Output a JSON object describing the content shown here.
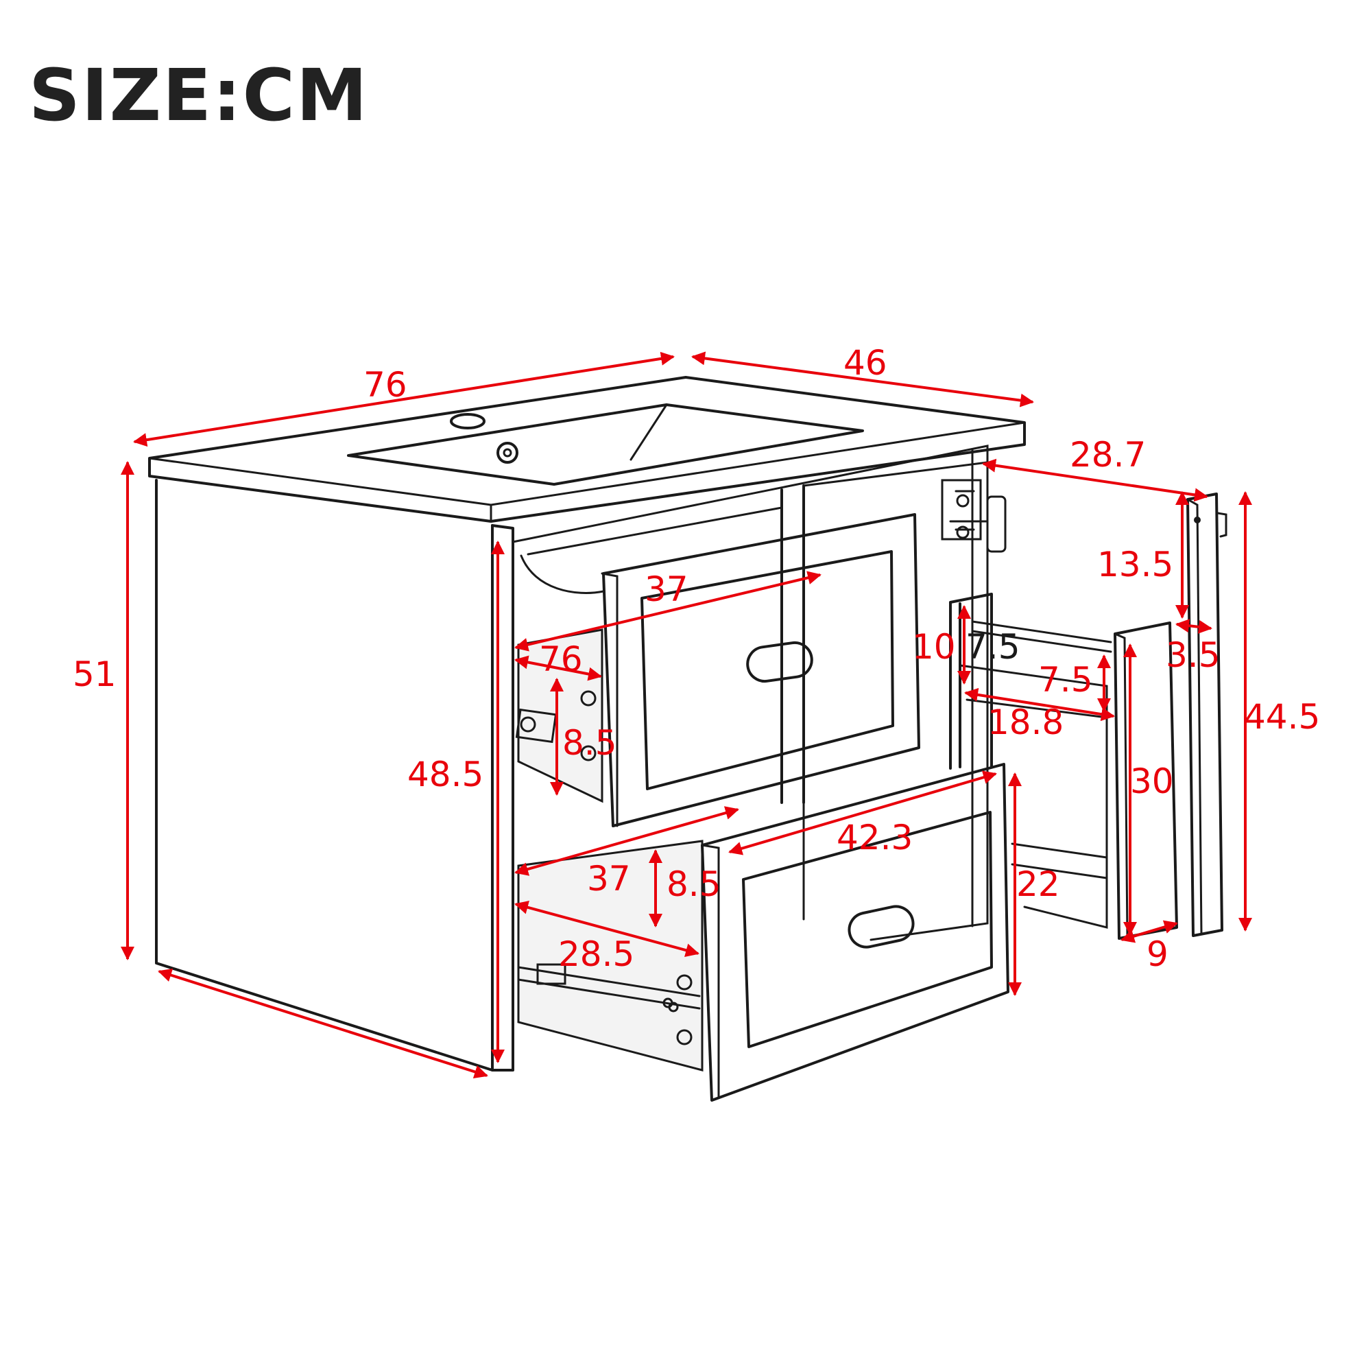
{
  "title": "SIZE:CM",
  "colors": {
    "dimension": "#e8000b",
    "outline": "#1a1a1a",
    "title": "#222222"
  },
  "dimensions": {
    "top_width": "76",
    "top_depth": "46",
    "total_height": "51",
    "cabinet_height": "48.5",
    "upper_drawer_width": "37",
    "upper_drawer_depth": "76",
    "upper_drawer_height": "8.5",
    "lower_drawer_depth": "37",
    "lower_drawer_height": "8.5",
    "lower_drawer_width": "28.5",
    "lower_drawer_front": "42.3",
    "door_width": "28.7",
    "door_top_gap": "13.5",
    "door_thickness": "3.5",
    "door_height": "44.5",
    "shelf_height": "10",
    "shelf_inner": "7.5",
    "shelf_inner_b": "7.5",
    "shelf_width": "18.8",
    "compartment_height": "30",
    "compartment_depth": "22",
    "door_panel_depth": "9"
  }
}
